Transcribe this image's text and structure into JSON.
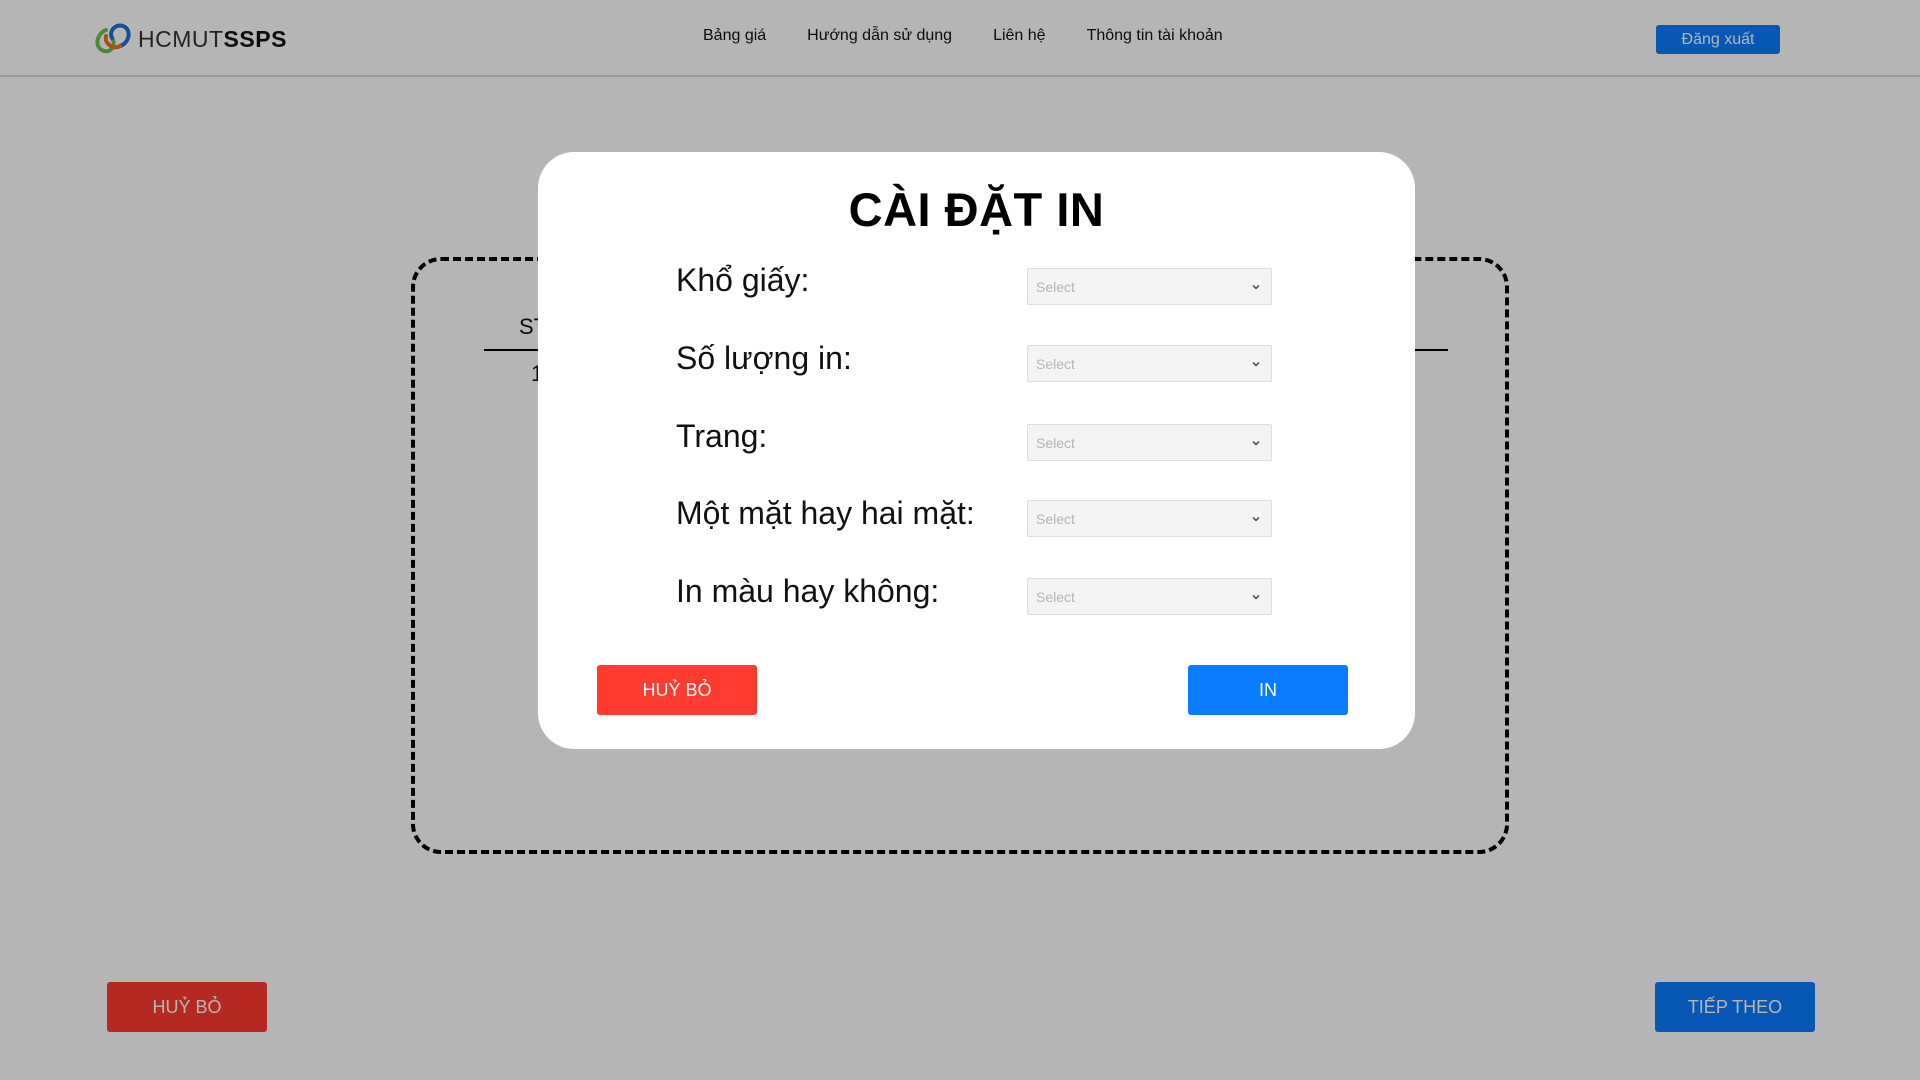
{
  "header": {
    "logo_text_light": "HCMUT",
    "logo_text_bold": "SSPS",
    "nav": [
      {
        "label": "Bảng giá"
      },
      {
        "label": "Hướng dẫn sử dụng"
      },
      {
        "label": "Liên hệ"
      },
      {
        "label": "Thông tin tài khoản"
      }
    ],
    "logout_label": "Đăng xuất"
  },
  "background": {
    "table_col_stt": "ST",
    "table_row_1": "1",
    "cancel_label": "HUỶ BỎ",
    "next_label": "TIẾP THEO"
  },
  "modal": {
    "title": "CÀI ĐẶT IN",
    "fields": [
      {
        "label": "Khổ giấy:",
        "placeholder": "Select"
      },
      {
        "label": "Số lượng in:",
        "placeholder": "Select"
      },
      {
        "label": "Trang:",
        "placeholder": "Select"
      },
      {
        "label": "Một mặt hay hai mặt:",
        "placeholder": "Select"
      },
      {
        "label": "In màu hay không:",
        "placeholder": "Select"
      }
    ],
    "cancel_label": "HUỶ BỎ",
    "print_label": "IN"
  },
  "colors": {
    "primary": "#0a7cff",
    "danger": "#ff3b30",
    "overlay": "rgba(0,0,0,0.29)"
  },
  "icons": {
    "logo": "linked-rings-logo-icon",
    "select_arrow": "chevron-down-icon"
  }
}
